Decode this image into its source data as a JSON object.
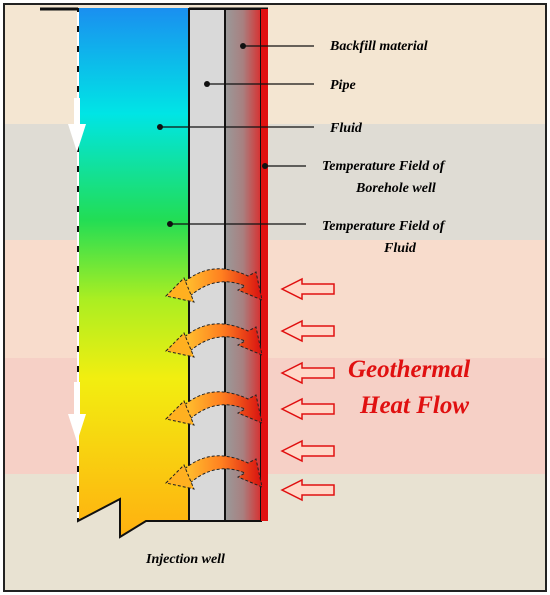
{
  "labels": {
    "backfill": "Backfill material",
    "pipe": "Pipe",
    "fluid": "Fluid",
    "temp_borehole_line1": "Temperature Field of",
    "temp_borehole_line2": "Borehole well",
    "temp_fluid_line1": "Temperature Field of",
    "temp_fluid_line2": "Fluid",
    "heat_flow_line1": "Geothermal",
    "heat_flow_line2": "Heat Flow",
    "injection": "Injection well"
  },
  "colors": {
    "heat_arrow": "#e01010",
    "borehole_wall": "#e01010",
    "pipe": "#d9d9d9"
  },
  "icons": {
    "flow_arrow": "down-arrow-icon",
    "heat_arrow": "left-arrow-icon",
    "curved_heat_arrow": "curved-arrow-icon"
  }
}
